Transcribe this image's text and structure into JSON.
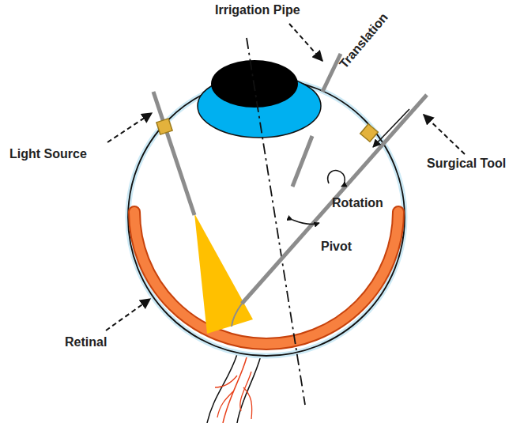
{
  "diagram": {
    "labels": [
      "Irrigation Pipe",
      "Translation",
      "Light Source",
      "Surgical Tool",
      "Rotation",
      "Pivot",
      "Retinal"
    ]
  }
}
